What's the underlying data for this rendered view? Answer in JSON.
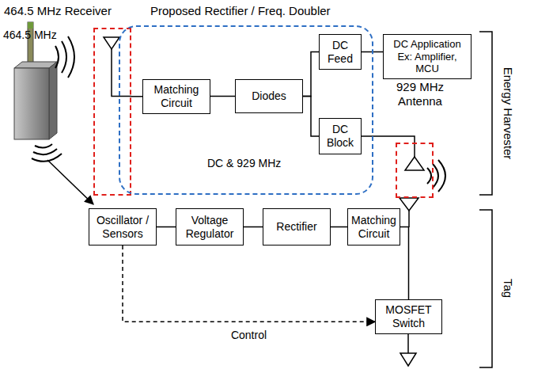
{
  "diagram": {
    "nodes": [
      {
        "text": [
          "464.5 MHz Receiver"
        ]
      },
      {
        "text": [
          "Proposed Rectifier / Freq. Doubler"
        ]
      },
      {
        "text": [
          "Matching Circuit"
        ],
        "in": 1
      },
      {
        "text": [
          "Diodes"
        ],
        "in": 1
      },
      {
        "text": [
          "DC Feed"
        ],
        "in": 1
      },
      {
        "text": [
          "DC Block"
        ],
        "in": 1
      },
      {
        "text": [
          "DC Application",
          "Ex: Amplifier, MCU"
        ]
      },
      {
        "text": [
          "929 MHz Antenna"
        ]
      },
      {
        "text": [
          "Oscillator / Sensors"
        ]
      },
      {
        "text": [
          "Voltage Regulator"
        ]
      },
      {
        "text": [
          "Rectifier"
        ]
      },
      {
        "text": [
          "Matching Circuit"
        ]
      },
      {
        "text": [
          "MOSFET Switch"
        ]
      }
    ],
    "edges": [
      {
        "from": 0,
        "to": 2,
        "arrow": "none"
      },
      {
        "from": 2,
        "to": 3,
        "arrow": "none"
      },
      {
        "from": 3,
        "to": 4,
        "arrow": "none"
      },
      {
        "from": 3,
        "to": 5,
        "arrow": "none"
      },
      {
        "from": 4,
        "to": 6,
        "arrow": "none"
      },
      {
        "from": 5,
        "to": 7,
        "arrow": "none"
      },
      {
        "from": 8,
        "to": 9,
        "arrow": "none"
      },
      {
        "from": 9,
        "to": 10,
        "arrow": "none"
      },
      {
        "from": 10,
        "to": 11,
        "arrow": "none"
      },
      {
        "from": 11,
        "to": 12,
        "arrow": "none"
      },
      {
        "from": 8,
        "to": 12,
        "label": "Control",
        "arrow": "to"
      }
    ],
    "labels": [
      "464.5 MHz",
      "DC & 929 MHz",
      "Energy Harvester",
      "Tag"
    ]
  }
}
